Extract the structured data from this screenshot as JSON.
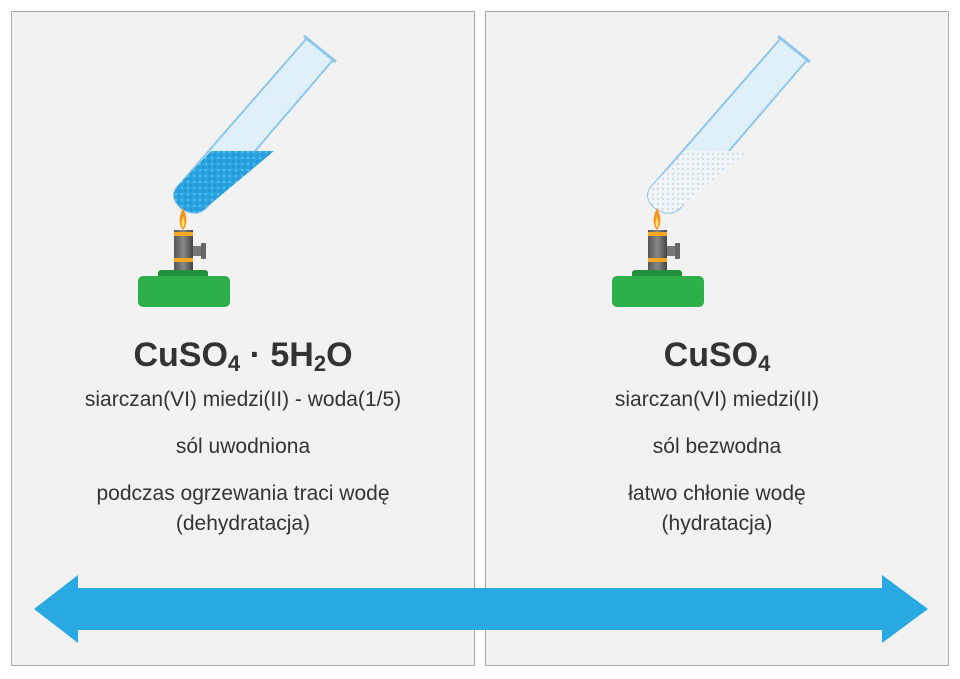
{
  "left": {
    "formula_main": "CuSO",
    "formula_sub1": "4",
    "formula_dot": " · 5H",
    "formula_sub2": "2",
    "formula_tail": "O",
    "name": "siarczan(VI) miedzi(II) - woda(1/5)",
    "type": "sól uwodniona",
    "desc_line1": "podczas ogrzewania traci wodę",
    "desc_line2": "(dehydratacja)",
    "crystal_color": "#29a3e0"
  },
  "right": {
    "formula_main": "CuSO",
    "formula_sub1": "4",
    "name": "siarczan(VI) miedzi(II)",
    "type": "sól bezwodna",
    "desc_line1": "łatwo chłonie wodę",
    "desc_line2": "(hydratacja)",
    "crystal_color": "#eef4f8"
  },
  "colors": {
    "arrow": "#29a9e1",
    "burner_base": "#2db04b",
    "panel_bg": "#f2f2f2"
  },
  "icons": {
    "apparatus": "test-tube-over-burner-icon",
    "arrow": "double-headed-arrow-icon"
  }
}
